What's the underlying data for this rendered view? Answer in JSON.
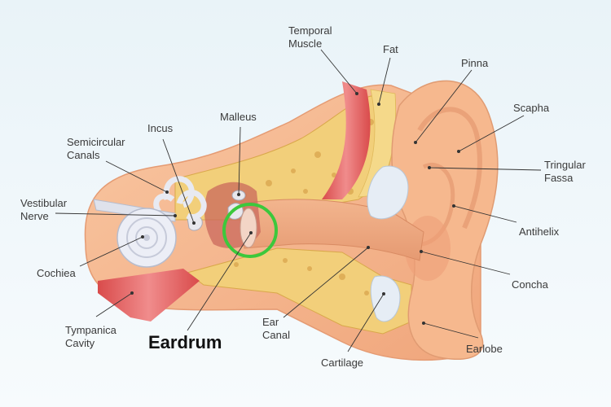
{
  "diagram": {
    "labels": {
      "temporal_muscle": "Temporal\nMuscle",
      "fat": "Fat",
      "pinna": "Pinna",
      "scapha": "Scapha",
      "tringular_fassa": "Tringular\nFassa",
      "antihelix": "Antihelix",
      "concha": "Concha",
      "earlobe": "Earlobe",
      "cartilage": "Cartilage",
      "ear_canal": "Ear\nCanal",
      "eardrum": "Eardrum",
      "tympanica_cavity": "Tympanica\nCavity",
      "cochiea": "Cochiea",
      "vestibular_nerve": "Vestibular\nNerve",
      "semicircular_canals": "Semicircular\nCanals",
      "incus": "Incus",
      "malleus": "Malleus"
    },
    "highlight_color": "#3cc83c",
    "highlighted_part": "eardrum"
  }
}
